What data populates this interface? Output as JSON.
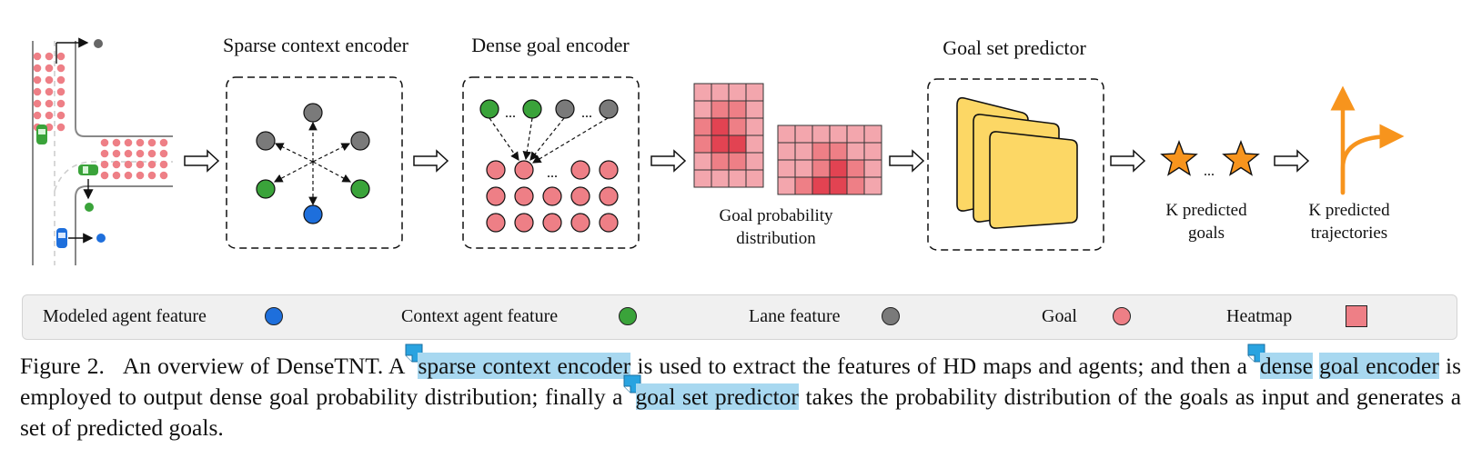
{
  "titles": {
    "sparse": "Sparse context encoder",
    "dense": "Dense goal encoder",
    "predictor": "Goal set predictor"
  },
  "labels": {
    "prob_line1": "Goal probability",
    "prob_line2": "distribution",
    "goals_line1": "K predicted",
    "goals_line2": "goals",
    "traj_line1": "K predicted",
    "traj_line2": "trajectories",
    "ellipsis": "..."
  },
  "legend": [
    {
      "label": "Modeled agent feature",
      "color": "#1e6fdc",
      "shape": "circle"
    },
    {
      "label": "Context agent feature",
      "color": "#3aa33a",
      "shape": "circle"
    },
    {
      "label": "Lane feature",
      "color": "#7a7a7a",
      "shape": "circle"
    },
    {
      "label": "Goal",
      "color": "#ee7f86",
      "shape": "circle"
    },
    {
      "label": "Heatmap",
      "color": "#ee7f86",
      "shape": "square"
    }
  ],
  "caption": {
    "prefix": "Figure 2.",
    "t1": "An overview of DenseTNT. A",
    "h1": "sparse context encoder",
    "t2": "is used to extract the features of HD maps and agents; and then a",
    "h2a": "dense",
    "h2b": "goal encoder",
    "t3": "is employed to output dense goal probability distribution; finally a",
    "h3": "goal set predictor",
    "t4": "takes the probability distribution of the goals as input and generates a set of predicted goals."
  },
  "colors": {
    "agent_blue": "#1e6fdc",
    "context_green": "#3aa33a",
    "lane_gray": "#7a7a7a",
    "goal_pink": "#ee7f86",
    "heat_light": "#f3a6ad",
    "heat_mid": "#ee7f86",
    "heat_dark": "#e24352",
    "card_yellow": "#fcd765",
    "trajectory_orange": "#f7941d",
    "highlight": "#a8d8f0"
  }
}
